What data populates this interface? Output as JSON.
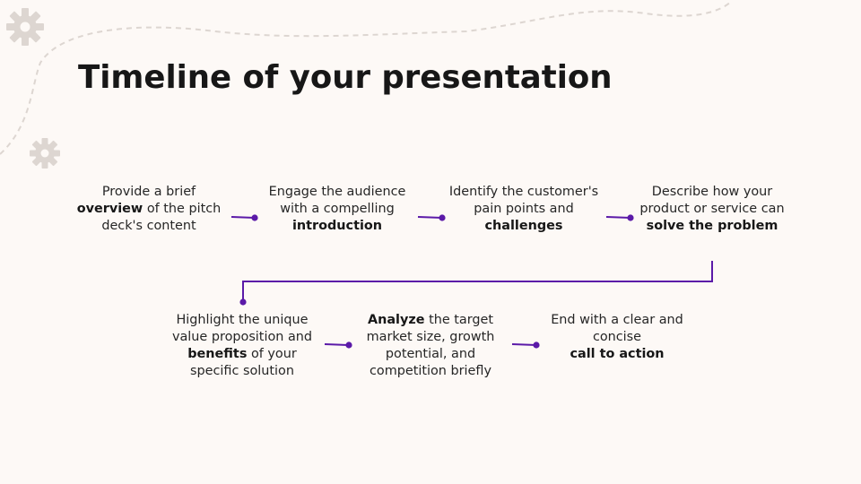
{
  "slide": {
    "title": "Timeline of your presentation",
    "accent_color": "#5b1aa8",
    "decoration_color": "#ddd6d1",
    "steps": [
      {
        "pre": "Provide a brief",
        "bold": "overview",
        "post": "of the pitch deck's content",
        "bold_after": ""
      },
      {
        "pre": "Engage the audience with a compelling",
        "bold": "introduction",
        "post": "",
        "bold_after": ""
      },
      {
        "pre": "Identify the customer's pain points and",
        "bold": "challenges",
        "post": "",
        "bold_after": ""
      },
      {
        "pre": "Describe how your product or service can",
        "bold": "solve the problem",
        "post": "",
        "bold_after": ""
      },
      {
        "pre": "Highlight the unique value proposition and",
        "bold": "benefits",
        "post": "of your specific solution",
        "bold_after": ""
      },
      {
        "pre": "",
        "bold": "Analyze",
        "post": "the target market size, growth potential, and competition briefly",
        "bold_after": ""
      },
      {
        "pre": "End with a clear and concise",
        "bold": "call to action",
        "post": "",
        "bold_after": ""
      }
    ],
    "icons": [
      "gear-icon",
      "gear-icon"
    ]
  }
}
